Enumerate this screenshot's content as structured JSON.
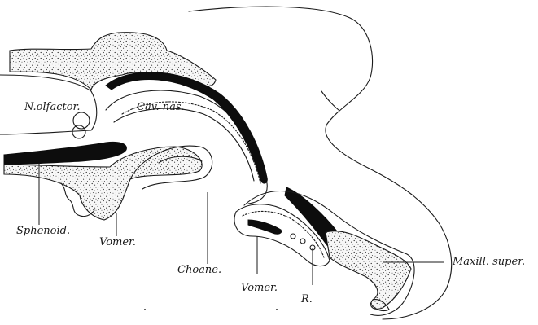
{
  "labels": {
    "n_olfactor": "N.olfactor.",
    "cav_nas": "Cav. nas.",
    "sphenoid": "Sphenoid.",
    "vomer_left": "Vomer.",
    "choane": "Choane.",
    "vomer_right": "Vomer.",
    "r": "R.",
    "maxill_super": "Maxill. super."
  }
}
